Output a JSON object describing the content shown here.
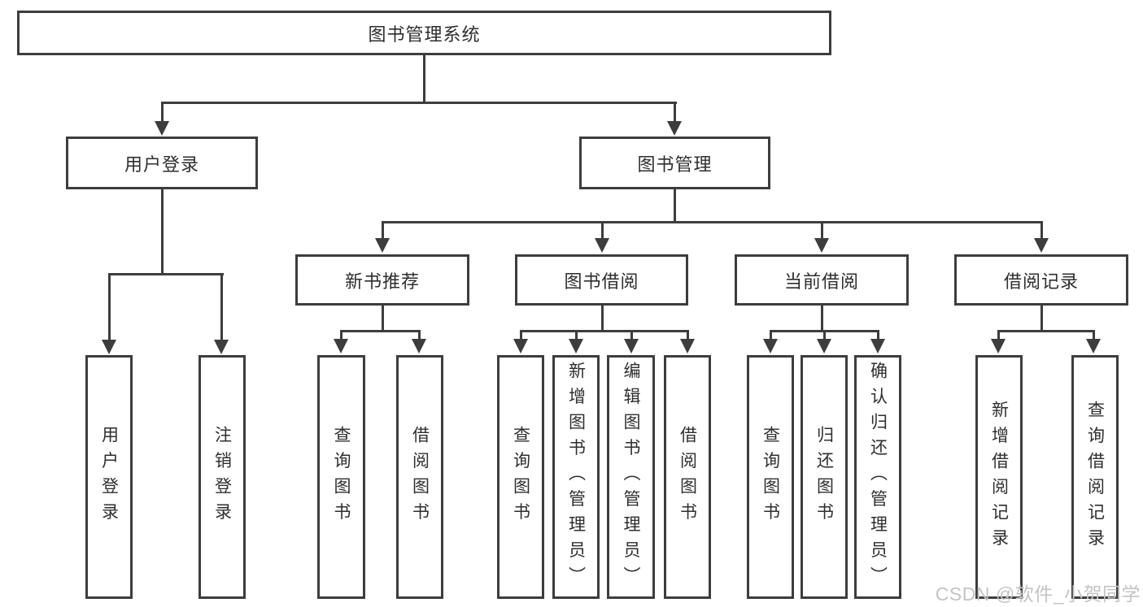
{
  "style": {
    "line_color": "#3d3d3d",
    "box_bg": "#ffffff",
    "text_color": "#2e2e2e",
    "watermark_color": "#c4c4c4",
    "page_bg": "#ffffff"
  },
  "watermark": {
    "text": "CSDN @软件_小贺同学"
  },
  "tree": {
    "root": {
      "label": "图书管理系统"
    },
    "branches": [
      {
        "label": "用户登录",
        "children": [
          {
            "label": "用户登录"
          },
          {
            "label": "注销登录"
          }
        ]
      },
      {
        "label": "图书管理",
        "children": [
          {
            "label": "新书推荐",
            "children": [
              {
                "label": "查询图书"
              },
              {
                "label": "借阅图书"
              }
            ]
          },
          {
            "label": "图书借阅",
            "children": [
              {
                "label": "查询图书"
              },
              {
                "label": "新增图书（管理员）"
              },
              {
                "label": "编辑图书（管理员）"
              },
              {
                "label": "借阅图书"
              }
            ]
          },
          {
            "label": "当前借阅",
            "children": [
              {
                "label": "查询图书"
              },
              {
                "label": "归还图书"
              },
              {
                "label": "确认归还（管理员）"
              }
            ]
          },
          {
            "label": "借阅记录",
            "children": [
              {
                "label": "新增借阅记录"
              },
              {
                "label": "查询借阅记录"
              }
            ]
          }
        ]
      }
    ]
  }
}
